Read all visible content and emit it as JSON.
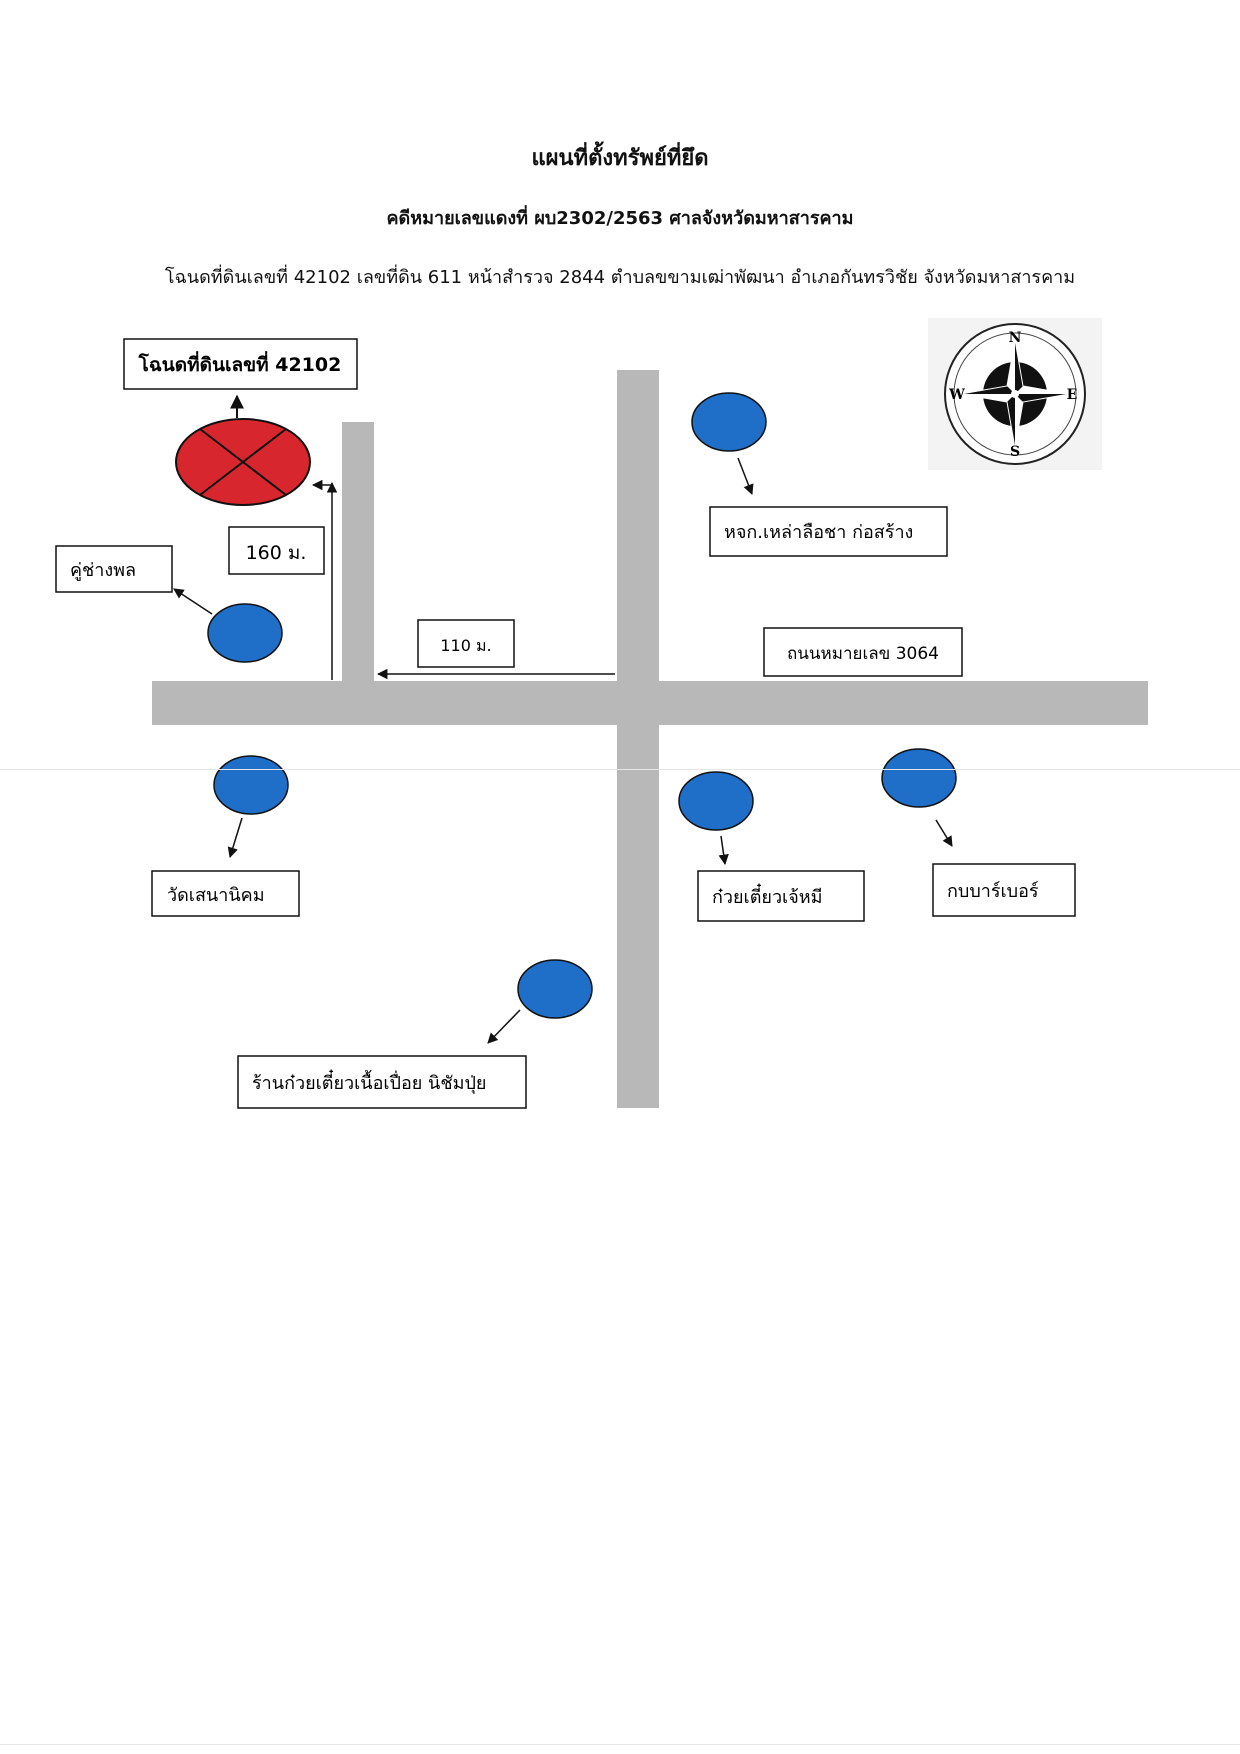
{
  "document": {
    "title": "แผนที่ตั้งทรัพย์ที่ยึด",
    "case_line": "คดีหมายเลขแดงที่ ผบ2302/2563 ศาลจังหวัดมหาสารคาม",
    "deed_line": "โฉนดที่ดินเลขที่ 42102 เลขที่ดิน 611 หน้าสำรวจ 2844  ตำบลขขามเฒ่าพัฒนา  อำเภอกันทรวิชัย จังหวัดมหาสารคาม"
  },
  "map": {
    "property_label": "โฉนดที่ดินเลขที่ 42102",
    "road_label": "ถนนหมายเลข 3064",
    "distance_vertical": "160 ม.",
    "distance_horizontal": "110 ม.",
    "landmarks": {
      "canal": "คู่ช่างพล",
      "shop": "หจก.เหล่าลือชา ก่อสร้าง",
      "temple": "วัดเสนานิคม",
      "noodle1": "ก๋วยเตี๋ยวเจ้หมี",
      "barber": "กบบาร์เบอร์",
      "noodle2": "ร้านก๋วยเตี๋ยวเนื้อเปื่อย นิชัมปุ่ย"
    },
    "compass": {
      "n": "N",
      "s": "S",
      "e": "E",
      "w": "W"
    },
    "colors": {
      "road": "#b8b8b8",
      "property": "#d8262e",
      "landmark": "#1f6fc9"
    }
  }
}
